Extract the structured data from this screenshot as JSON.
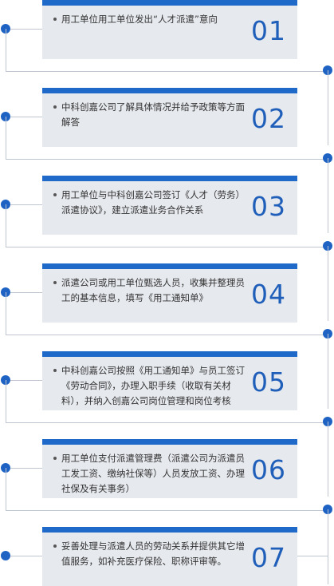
{
  "steps": [
    {
      "number": "01",
      "text": "用工单位用工单位发出“人才派遣”意向"
    },
    {
      "number": "02",
      "text": "中科创嘉公司了解具体情况并给予政策等方面解答"
    },
    {
      "number": "03",
      "text": "用工单位与中科创嘉公司签订《人才（劳务）派遣协议》，建立派遣业务合作关系"
    },
    {
      "number": "04",
      "text": "派遣公司或用工单位甄选人员，收集并整理员工的基本信息，填写《用工通知单》"
    },
    {
      "number": "05",
      "text": "中科创嘉公司按照《用工通知单》与员工签订《劳动合同》，办理入职手续（收取有关材料），并纳入创嘉公司岗位管理和岗位考核"
    },
    {
      "number": "06",
      "text": "用工单位支付派遣管理费（派遣公司为派遣员工发工资、缴纳社保等）人员发放工资、办理社保及有关事务）"
    },
    {
      "number": "07",
      "text": "妥善处理与派遣人员的劳动关系并提供其它增值服务，如补充医疗保险、职称评审等。"
    }
  ],
  "colors": {
    "accent": "#1f6ac8",
    "dot": "#1e63c4",
    "card": "#e6e9ee",
    "line": "#bfc6d0"
  }
}
